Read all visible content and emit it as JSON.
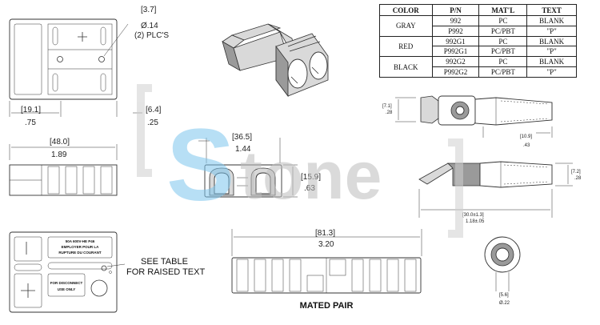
{
  "table": {
    "headers": [
      "COLOR",
      "P/N",
      "MAT'L",
      "TEXT"
    ],
    "groups": [
      {
        "color": "GRAY",
        "rows": [
          [
            "992",
            "PC",
            "BLANK"
          ],
          [
            "P992",
            "PC/PBT",
            "\"P\""
          ]
        ]
      },
      {
        "color": "RED",
        "rows": [
          [
            "992G1",
            "PC",
            "BLANK"
          ],
          [
            "P992G1",
            "PC/PBT",
            "\"P\""
          ]
        ]
      },
      {
        "color": "BLACK",
        "rows": [
          [
            "992G2",
            "PC",
            "BLANK"
          ],
          [
            "P992G2",
            "PC/PBT",
            "\"P\""
          ]
        ]
      }
    ]
  },
  "dims": {
    "hole_mm": "[3.7]",
    "hole_in": "Ø.14",
    "hole_count": "(2) PLC'S",
    "d19_mm": "[19.1]",
    "d19_in": ".75",
    "d64_mm": "[6.4]",
    "d64_in": ".25",
    "d48_mm": "[48.0]",
    "d48_in": "1.89",
    "d365_mm": "[36.5]",
    "d365_in": "1.44",
    "d159_mm": "[15.9]",
    "d159_in": ".63",
    "d813_mm": "[81.3]",
    "d813_in": "3.20",
    "d71_mm": "[7.1]",
    "d71_in": ".28",
    "d109_mm": "[10.9]",
    "d109_in": ".43",
    "d72_mm": "[7.2]",
    "d72_in": ".28",
    "d300_mm": "[30.0±1.3]",
    "d300_in": "1.18±.05",
    "d56_mm": "[5.6]",
    "d56_in": "Ø.22"
  },
  "notes": {
    "see_table_1": "SEE TABLE",
    "see_table_2": "FOR RAISED TEXT",
    "mated_pair": "MATED PAIR"
  },
  "label_plate": {
    "line1": "50A 600V-HE P46",
    "line2": "EMPLOYER POUR LA",
    "line3": "RUPTURE DU COURANT"
  },
  "disconnect": {
    "line1": "FOR DISCONNECT",
    "line2": "USE ONLY"
  },
  "watermark": {
    "left": "S",
    "right": "tone"
  }
}
